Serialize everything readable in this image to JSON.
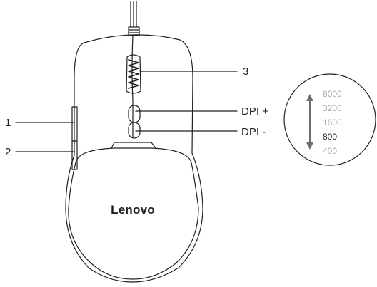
{
  "brand": "Lenovo",
  "callouts": {
    "side_front": "1",
    "side_back": "2",
    "scroll_wheel": "3",
    "dpi_up": "DPI +",
    "dpi_down": "DPI -"
  },
  "dpi": {
    "options": [
      "8000",
      "3200",
      "1600",
      "800",
      "400"
    ],
    "selected": "800"
  },
  "colors": {
    "line": "#231f20",
    "inactive_text": "#a7a9ac",
    "arrow": "#6d6e71"
  },
  "icons": {
    "dpi_direction": "double-arrow-icon"
  }
}
